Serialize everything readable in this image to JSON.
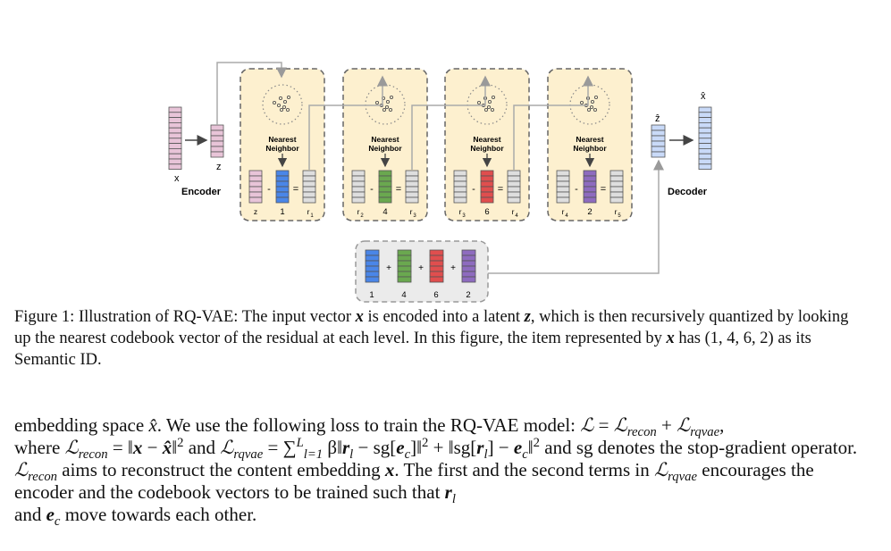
{
  "figure": {
    "input_label": "x",
    "latent_label": "z",
    "encoder_label": "Encoder",
    "decoder_label": "Decoder",
    "decoder_input_label": "ẑ",
    "output_label": "x̂",
    "nearest_label_line1": "Nearest",
    "nearest_label_line2": "Neighbor",
    "stages": [
      {
        "in_label": "z",
        "code": "1",
        "residual_label": "r",
        "residual_sub": "1",
        "color": "#4a86e8"
      },
      {
        "in_label": "r",
        "in_sub": "2",
        "code": "4",
        "residual_label": "r",
        "residual_sub": "3",
        "color": "#6aa84f"
      },
      {
        "in_label": "r",
        "in_sub": "3",
        "code": "6",
        "residual_label": "r",
        "residual_sub": "4",
        "color": "#e04e4e"
      },
      {
        "in_label": "r",
        "in_sub": "4",
        "code": "2",
        "residual_label": "r",
        "residual_sub": "5",
        "color": "#8e6bbf"
      }
    ],
    "sum_codes": [
      "1",
      "4",
      "6",
      "2"
    ],
    "colors": {
      "input_bar": "#e8c4d8",
      "stage_panel": "#fdf0cf",
      "sum_panel": "#ebebeb",
      "decoder_bar": "#c9daf8"
    }
  },
  "caption": {
    "prefix": "Figure 1: Illustration of RQ-VAE: The input vector ",
    "x1": "x",
    "mid1": " is encoded into a latent ",
    "z": "z",
    "mid2": ", which is then recursively quantized by looking up the nearest codebook vector of the residual at each level. In this figure, the item represented by ",
    "x2": "x",
    "mid3": " has ",
    "semantic_id": "(1, 4, 6, 2)",
    "suffix": " as its Semantic ID."
  },
  "body": {
    "t1": "embedding space ",
    "xhat": "x̂",
    "t2": ". We use the following loss to train the RQ-VAE model: ",
    "loss_L": "ℒ",
    "eq1": " = ",
    "recon": "recon",
    "plus": " + ",
    "rqvae": "rqvae",
    "t3": ",",
    "where": "where ",
    "eq2": " = ‖",
    "xb": "x",
    "minus": " − ",
    "xhatb": "x̂",
    "sq": "‖",
    "two": "2",
    "and": " and ",
    "eq3": " = ∑",
    "lsub": "l=1",
    "Lsup": "L",
    "beta": " β‖",
    "rl": "r",
    "l": "l",
    "sg1": " − sg[",
    "e": "e",
    "cl": "c",
    "close1": "]‖",
    "plus2": " + ‖sg[",
    "close2": "] − ",
    "close3": "‖",
    "t4": " and sg denotes the stop-gradient operator. ",
    "t5": " aims to reconstruct the content embedding ",
    "t6": ". The first and the second terms in ",
    "t7": " encourages the encoder and the codebook vectors to be trained such that ",
    "t8": " and ",
    "t9": " move towards each other."
  }
}
